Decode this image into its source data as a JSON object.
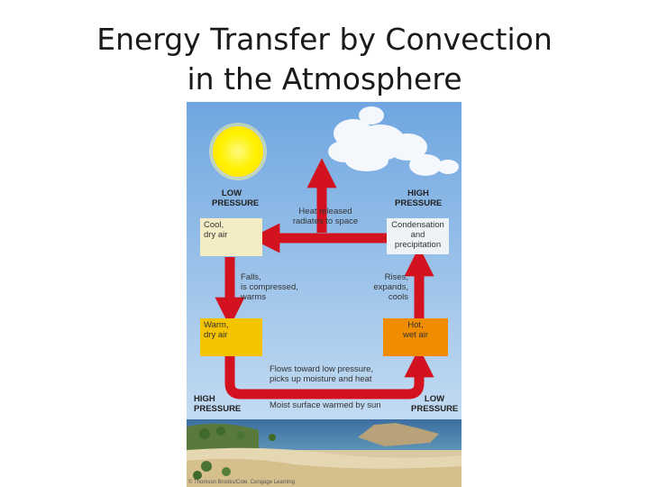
{
  "slide": {
    "title_line1": "Energy Transfer by Convection",
    "title_line2": "in the Atmosphere"
  },
  "diagram": {
    "top_left_pressure": "LOW\nPRESSURE",
    "top_right_pressure": "HIGH\nPRESSURE",
    "bottom_left_pressure": "HIGH\nPRESSURE",
    "bottom_right_pressure": "LOW\nPRESSURE",
    "heat_released": "Heat released\nradiates to space",
    "condensation": "Condensation\nand\nprecipitation",
    "cool_dry_air": "Cool,\ndry air",
    "falls": "Falls,\nis compressed,\nwarms",
    "rises": "Rises,\nexpands,\ncools",
    "warm_dry_air": "Warm,\ndry air",
    "hot_wet_air": "Hot,\nwet air",
    "flows_toward": "Flows toward low pressure,\npicks up moisture and heat",
    "moist_surface": "Moist surface warmed by sun",
    "credit": "© Thomson Brooks/Cole, Cengage Learning",
    "colors": {
      "arrow": "#d3121f",
      "sky_top": "#6fa6e0",
      "sky_bottom": "#c4dcf2",
      "sun": "#fff200",
      "cool_box": "#f3ecc4",
      "warm_box": "#f5c400",
      "hot_box": "#f08c00",
      "condensation_box": "#eef3f8"
    }
  }
}
